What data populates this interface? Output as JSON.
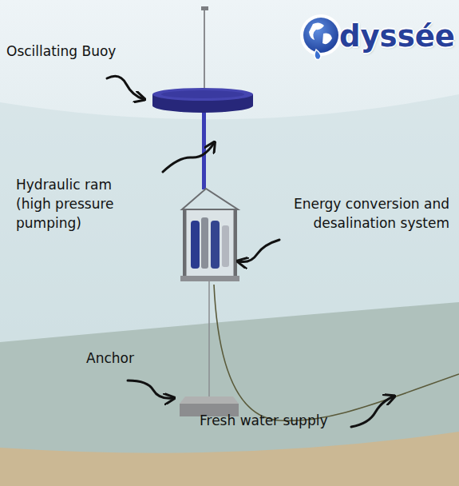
{
  "diagram": {
    "labels": [
      "Oscillating Buoy",
      "Hydraulic ram (high pressure pumping)",
      "Energy conversion and desalination system",
      "Anchor",
      "Fresh water supply",
      "dyssée"
    ]
  }
}
